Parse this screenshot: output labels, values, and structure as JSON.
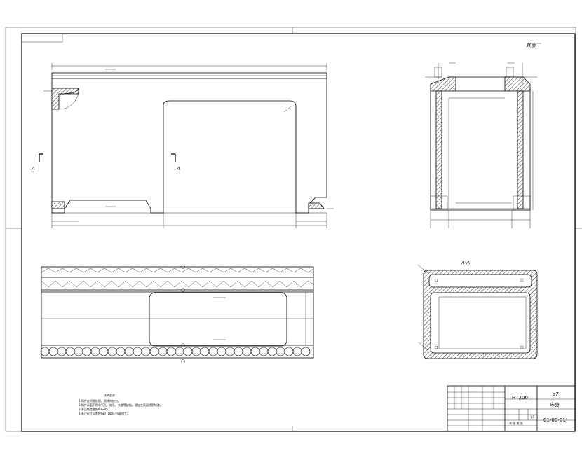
{
  "drawing": {
    "section_marker": "A",
    "section_view_label": "A-A",
    "surface_note": "其余",
    "notes_title": "技术要求",
    "notes": [
      "1.铸件应时效处理，消除内应力。",
      "2.铸件表面不得有气孔、缩孔、夹渣等缺陷，非加工表面涂防锈漆。",
      "3.未注铸造圆角R3~R5。",
      "4.未注尺寸公差按GB/T1804-m级加工。"
    ]
  },
  "title_block": {
    "material": "HT200",
    "sheet_mark": "a7",
    "part_name": "床身",
    "drawing_no": "01-00-01",
    "scale": "1:5",
    "footer": "共 张 第 张"
  }
}
